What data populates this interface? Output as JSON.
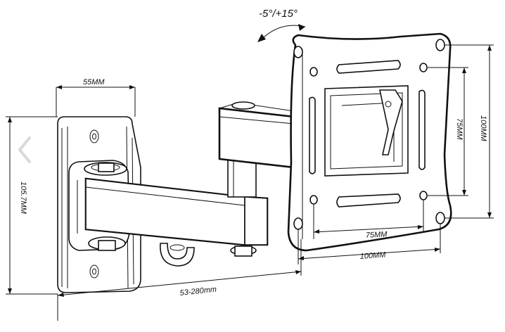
{
  "dimensions": {
    "plate_width": "55MM",
    "plate_height": "105.7MM",
    "arm_extension": "53-280mm",
    "hole_spacing_inner_h": "75MM",
    "hole_spacing_inner_v": "75MM",
    "hole_spacing_outer_h": "100MM",
    "hole_spacing_outer_v": "100MM",
    "tilt_range": "-5°/+15°"
  },
  "navigation": {
    "prev_icon": "chevron-left-icon"
  },
  "colors": {
    "line": "#111111",
    "background": "#ffffff",
    "arrow": "#d9d9d9"
  }
}
